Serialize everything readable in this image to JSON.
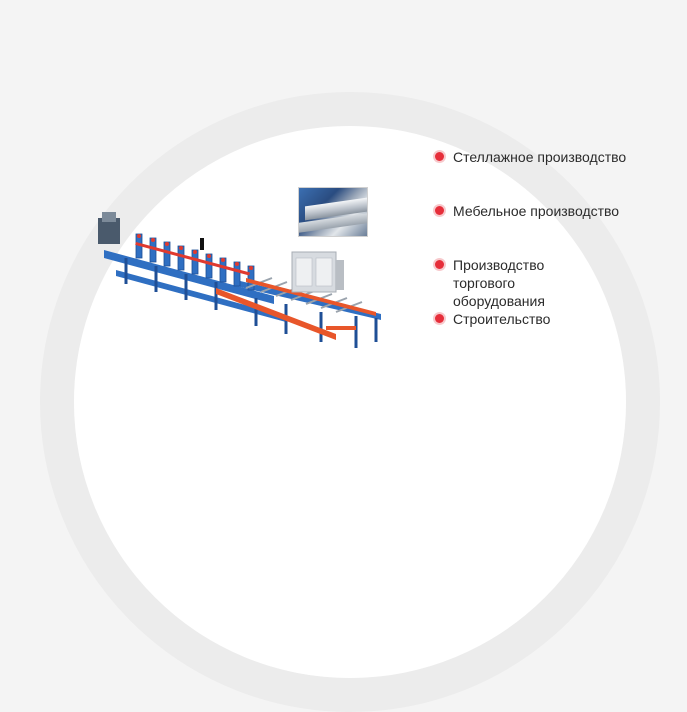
{
  "list": {
    "items": [
      {
        "label": "Стеллажное производство"
      },
      {
        "label": "Мебельное производство"
      },
      {
        "label": "Производство торгового\nоборудования"
      },
      {
        "label": "Строительство"
      }
    ]
  },
  "colors": {
    "bullet": "#e62e3a",
    "text": "#2b2b2b",
    "machine_frame": "#2f6fc2",
    "machine_accent": "#e8562a"
  },
  "images": {
    "main": "roll-forming-machine-image",
    "thumbnail": "steel-profile-closeup-image"
  }
}
